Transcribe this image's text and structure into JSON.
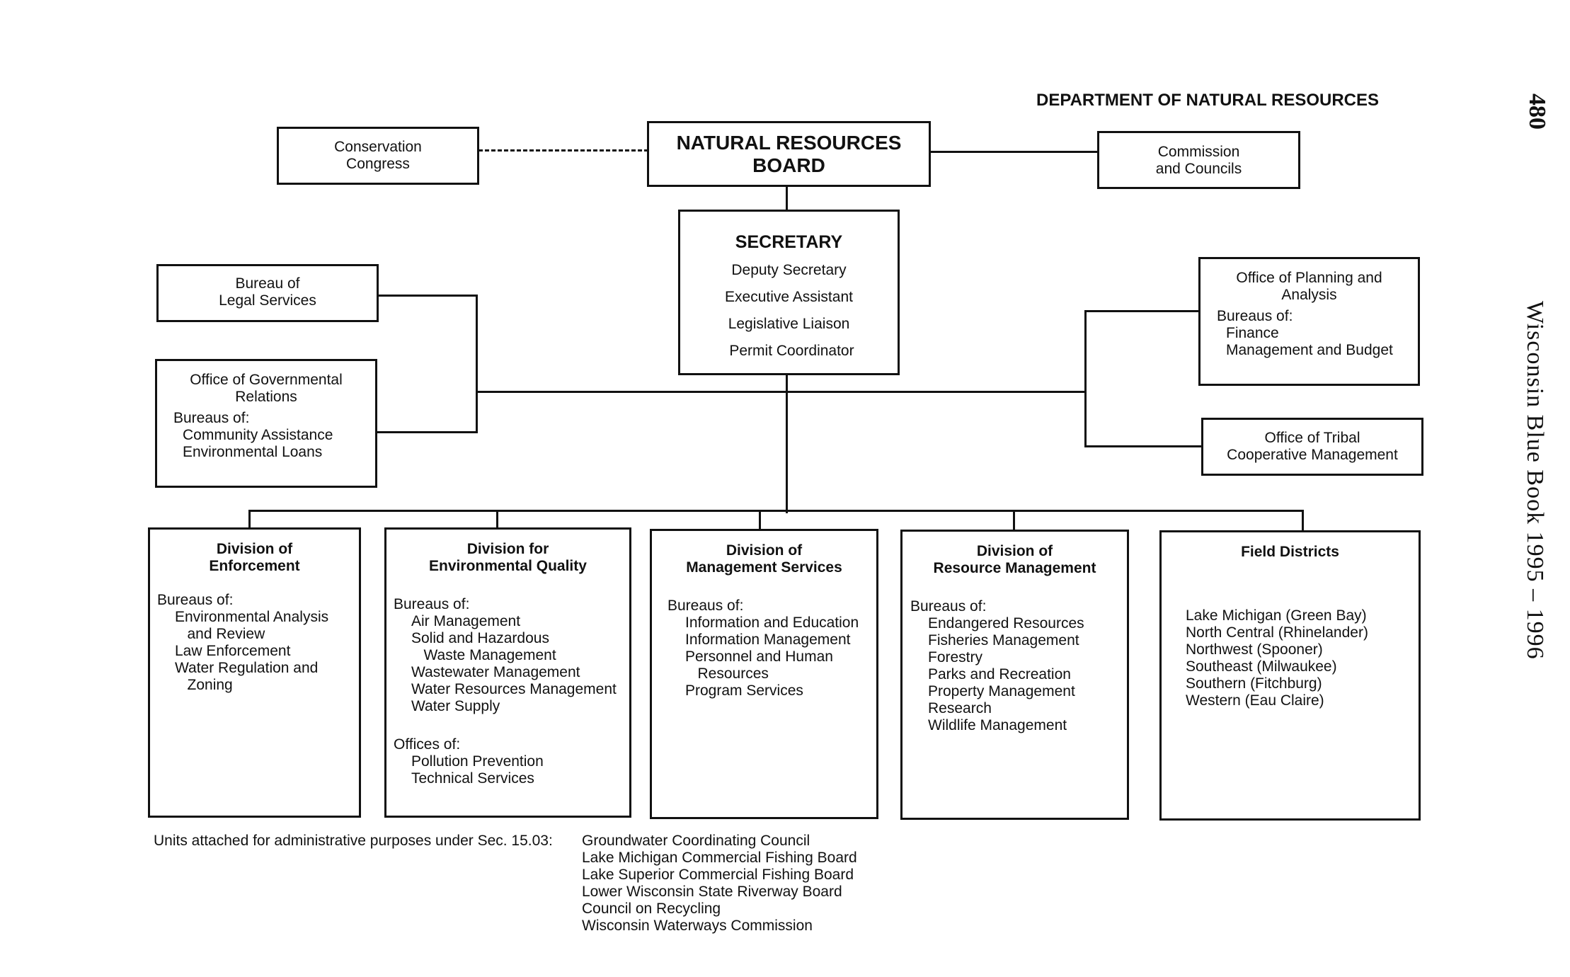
{
  "page": {
    "department_title": "DEPARTMENT OF NATURAL RESOURCES",
    "page_number": "480",
    "running_title": "Wisconsin Blue Book 1995 – 1996"
  },
  "board": {
    "line1": "NATURAL RESOURCES",
    "line2": "BOARD"
  },
  "conservation_congress": {
    "line1": "Conservation",
    "line2": "Congress"
  },
  "commission": {
    "line1": "Commission",
    "line2": "and Councils"
  },
  "secretary": {
    "title": "SECRETARY",
    "items": [
      "Deputy Secretary",
      "Executive Assistant",
      "Legislative Liaison",
      "Permit Coordinator"
    ]
  },
  "legal": {
    "line1": "Bureau of",
    "line2": "Legal Services"
  },
  "gov_relations": {
    "line1": "Office of Governmental",
    "line2": "Relations",
    "bureaus_label": "Bureaus of:",
    "bureaus": [
      "Community Assistance",
      "Environmental Loans"
    ]
  },
  "planning": {
    "line1": "Office of Planning and",
    "line2": "Analysis",
    "bureaus_label": "Bureaus of:",
    "bureaus": [
      "Finance",
      "Management and Budget"
    ]
  },
  "tribal": {
    "line1": "Office of Tribal",
    "line2": "Cooperative Management"
  },
  "divisions": {
    "enforcement": {
      "title1": "Division of",
      "title2": "Enforcement",
      "bureaus_label": "Bureaus of:",
      "bureaus": [
        "Environmental Analysis",
        "   and Review",
        "Law Enforcement",
        "Water Regulation and",
        "   Zoning"
      ]
    },
    "env_quality": {
      "title1": "Division for",
      "title2": "Environmental Quality",
      "bureaus_label": "Bureaus of:",
      "bureaus": [
        "Air Management",
        "Solid and Hazardous",
        "   Waste Management",
        "Wastewater Management",
        "Water Resources Management",
        "Water Supply"
      ],
      "offices_label": "Offices of:",
      "offices": [
        "Pollution Prevention",
        "Technical Services"
      ]
    },
    "mgmt_services": {
      "title1": "Division of",
      "title2": "Management Services",
      "bureaus_label": "Bureaus of:",
      "bureaus": [
        "Information and Education",
        "Information Management",
        "Personnel and Human",
        "   Resources",
        "Program Services"
      ]
    },
    "resource_mgmt": {
      "title1": "Division of",
      "title2": "Resource Management",
      "bureaus_label": "Bureaus of:",
      "bureaus": [
        "Endangered Resources",
        "Fisheries Management",
        "Forestry",
        "Parks and Recreation",
        "Property Management",
        "Research",
        "Wildlife Management"
      ]
    },
    "field": {
      "title": "Field Districts",
      "items": [
        "Lake Michigan (Green Bay)",
        "North Central (Rhinelander)",
        "Northwest (Spooner)",
        "Southeast (Milwaukee)",
        "Southern (Fitchburg)",
        "Western (Eau Claire)"
      ]
    }
  },
  "attached": {
    "label": "Units attached for administrative purposes under Sec. 15.03:",
    "items": [
      "Groundwater Coordinating Council",
      "Lake Michigan Commercial Fishing Board",
      "Lake Superior Commercial Fishing Board",
      "Lower Wisconsin State Riverway Board",
      "Council on Recycling",
      "Wisconsin Waterways Commission"
    ]
  }
}
